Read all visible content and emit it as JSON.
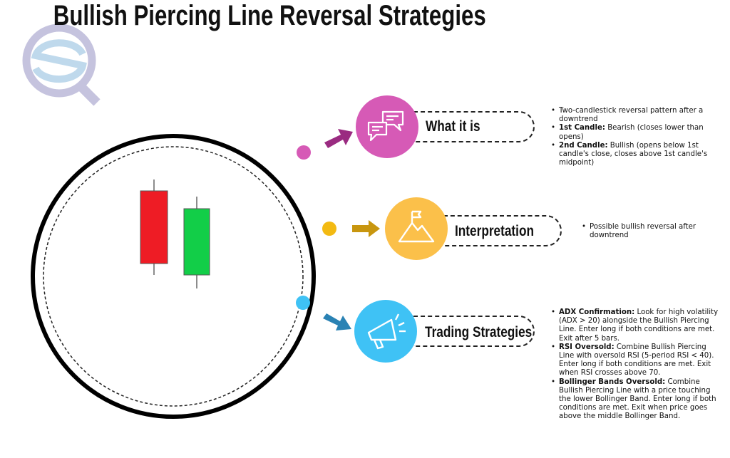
{
  "title": "Bullish Piercing Line Reversal Strategies",
  "logo": {
    "letters": "SQ",
    "colors": {
      "ring": "#C5C3DE",
      "s": "#BFD9EC"
    }
  },
  "colors": {
    "pink": "#D65AB6",
    "pink_arrow": "#9A2B81",
    "yellow": "#FBC04A",
    "yellow_dot": "#F3BA12",
    "yellow_arrow": "#C8960F",
    "blue": "#3FC2F5",
    "blue_arrow": "#2A82B4",
    "bear": "#EE1C25",
    "bull": "#12CE48"
  },
  "sections": [
    {
      "label": "What it is",
      "icon": "chat-bubbles-icon",
      "notes": [
        {
          "bold": "",
          "text": "Two-candlestick reversal pattern after a downtrend"
        },
        {
          "bold": "1st Candle:",
          "text": " Bearish (closes lower than opens)"
        },
        {
          "bold": "2nd Candle:",
          "text": " Bullish (opens below 1st candle's close, closes above 1st candle's midpoint)"
        }
      ]
    },
    {
      "label": "Interpretation",
      "icon": "mountain-flag-icon",
      "notes": [
        {
          "bold": "",
          "text": "Possible bullish reversal after downtrend"
        }
      ]
    },
    {
      "label": "Trading Strategies",
      "icon": "megaphone-icon",
      "notes": [
        {
          "bold": "ADX Confirmation:",
          "text": " Look for high volatility (ADX > 20) alongside the Bullish Piercing Line. Enter long if both conditions are met. Exit after 5 bars."
        },
        {
          "bold": "RSI Oversold:",
          "text": " Combine Bullish Piercing Line with oversold RSI (5-period RSI < 40). Enter long if both conditions are met. Exit when RSI crosses above 70."
        },
        {
          "bold": "Bollinger Bands Oversold:",
          "text": " Combine Bullish Piercing Line with a price touching the lower Bollinger Band. Enter long if both conditions are met. Exit when price goes above the middle Bollinger Band."
        }
      ]
    }
  ]
}
